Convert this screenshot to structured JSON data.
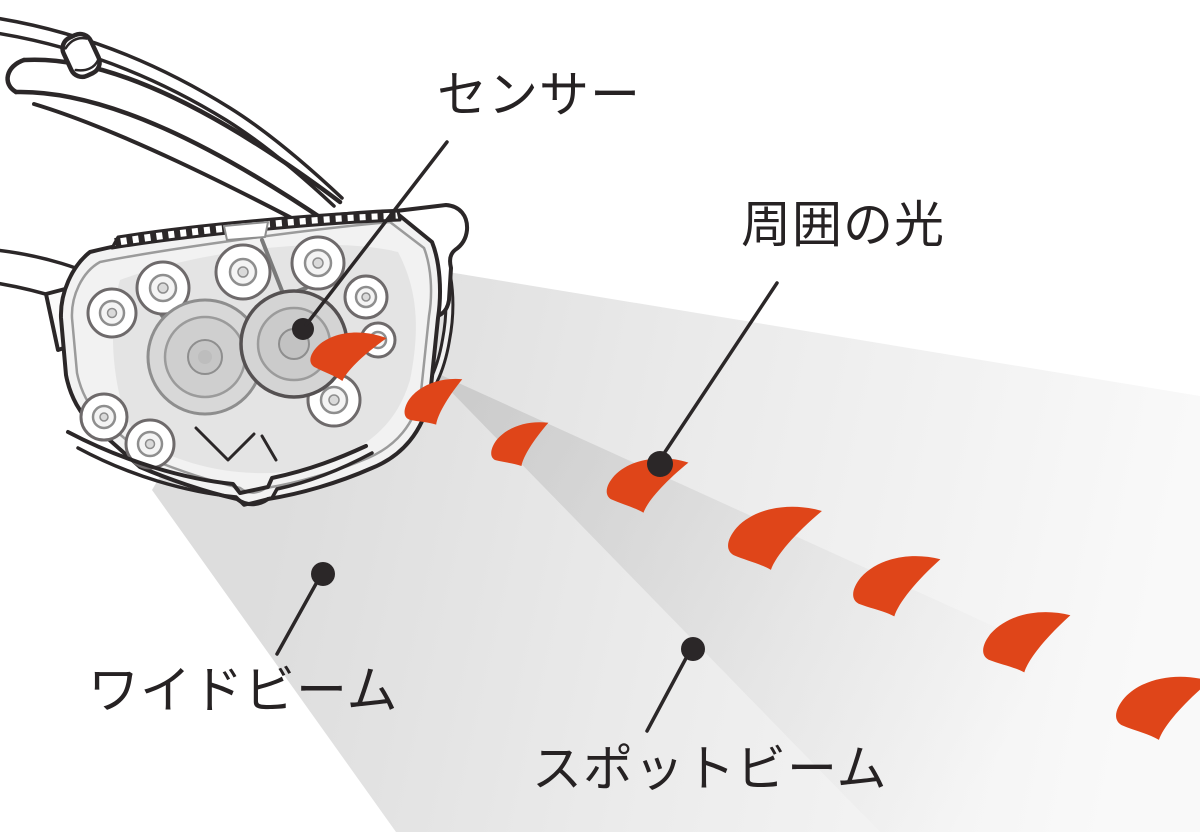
{
  "figure": {
    "type": "headlamp-sensor-diagram",
    "background": "#FFFFFF"
  },
  "labels": {
    "sensor": {
      "text": "センサー"
    },
    "ambient_light": {
      "text": "周囲の光"
    },
    "wide_beam": {
      "text": "ワイドビーム"
    },
    "spot_beam": {
      "text": "スポットビーム"
    }
  },
  "annotations": [
    {
      "label": "センサー",
      "points_to": "sensor-dot-on-lens"
    },
    {
      "label": "周囲の光",
      "points_to": "incoming-light-wave-4"
    },
    {
      "label": "ワイドビーム",
      "points_to": "wide-beam-cone"
    },
    {
      "label": "スポットビーム",
      "points_to": "spot-beam-cone"
    }
  ],
  "light_waves": {
    "count": 8,
    "shape": "crescent-swoosh",
    "direction": "upper-left-to-lower-right"
  },
  "beams": [
    {
      "kind": "wide",
      "label": "ワイドビーム"
    },
    {
      "kind": "spot",
      "label": "スポットビーム"
    }
  ],
  "headlamp": {
    "small_led_count": 9,
    "large_lens_count": 2,
    "sensor_marker": "black-dot"
  },
  "colors": {
    "light_wave_red": "#DF4519",
    "line_art": "#2B2728",
    "label_text": "#262223",
    "beam_gray_near": "#DDDDDD",
    "beam_gray_far": "#F9F9F9",
    "beam_overlap_gray": "#B6B6B6",
    "lens_gray": "#D5D5D5"
  }
}
